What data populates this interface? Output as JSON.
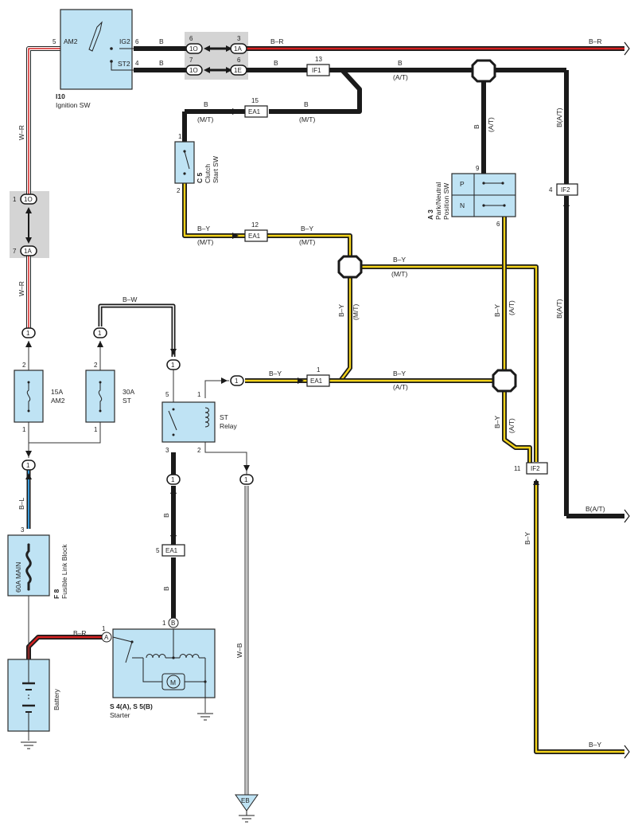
{
  "colors": {
    "component_fill": "#bfe3f4",
    "wire_black": "#1a1a1a",
    "wire_red": "#d42020",
    "wire_yellow": "#f2d21a",
    "wire_blue": "#3a9ad9",
    "connector_shade": "#d4d4d4"
  },
  "components": {
    "ignition_sw": {
      "code": "I10",
      "name": "Ignition SW",
      "terminals": {
        "am2": "AM2",
        "ig2": "IG2",
        "st2": "ST2"
      },
      "pins": {
        "am2": "5",
        "ig2": "6",
        "st2": "4"
      }
    },
    "clutch_start_sw": {
      "code": "C 5",
      "name1": "Clutch",
      "name2": "Start SW",
      "pin_top": "1",
      "pin_bottom": "2"
    },
    "pn_sw": {
      "code": "A 3",
      "name1": "Park/Neutral",
      "name2": "Position SW",
      "p": "P",
      "n": "N",
      "pin_top": "9",
      "pin_bottom": "6"
    },
    "fuse_am2": {
      "rating": "15A",
      "name": "AM2",
      "pin_top": "2",
      "pin_bottom": "1"
    },
    "fuse_st": {
      "rating": "30A",
      "name": "ST",
      "pin_top": "2",
      "pin_bottom": "1"
    },
    "st_relay": {
      "name1": "ST",
      "name2": "Relay",
      "pins": {
        "p5": "5",
        "p1": "1",
        "p3": "3",
        "p2": "2"
      }
    },
    "fusible_link": {
      "code": "F 8",
      "name": "Fusible Link Block",
      "rating": "60A MAIN",
      "pin": "3"
    },
    "battery": {
      "name": "Battery"
    },
    "starter": {
      "code": "S 4(A), S 5(B)",
      "name": "Starter",
      "term_a": "A",
      "term_b": "B",
      "pin_a": "1",
      "pin_b": "1",
      "motor": "M"
    }
  },
  "connectors": {
    "c1o_a": {
      "label": "1O",
      "pin_left": "6"
    },
    "c1o_b": {
      "label": "1O",
      "pin_left": "7"
    },
    "c1a_a": {
      "label": "1A",
      "pin_right": "3"
    },
    "c1e": {
      "label": "1E",
      "pin_right": "6"
    },
    "if1": {
      "label": "IF1",
      "pin": "13"
    },
    "ea1_mt": {
      "label": "EA1",
      "pin": "15"
    },
    "ea1_by": {
      "label": "EA1",
      "pin": "12"
    },
    "ea1_relay": {
      "label": "EA1",
      "pin": "1"
    },
    "ea1_b": {
      "label": "EA1",
      "pin": "5"
    },
    "if2_top": {
      "label": "IF2",
      "pin": "4"
    },
    "if2_bot": {
      "label": "IF2",
      "pin": "11"
    },
    "c1o_left": {
      "label": "1O",
      "pin": "1"
    },
    "c1a_left": {
      "label": "1A",
      "pin": "7"
    },
    "c_one": "1",
    "eb": "EB"
  },
  "wires": {
    "b": "B",
    "br": "B–R",
    "wr": "W–R",
    "by": "B–Y",
    "bw": "B–W",
    "bl": "B–L",
    "wb": "W–B",
    "at": "(A/T)",
    "mt": "(M/T)",
    "b_at": "B(A/T)"
  }
}
